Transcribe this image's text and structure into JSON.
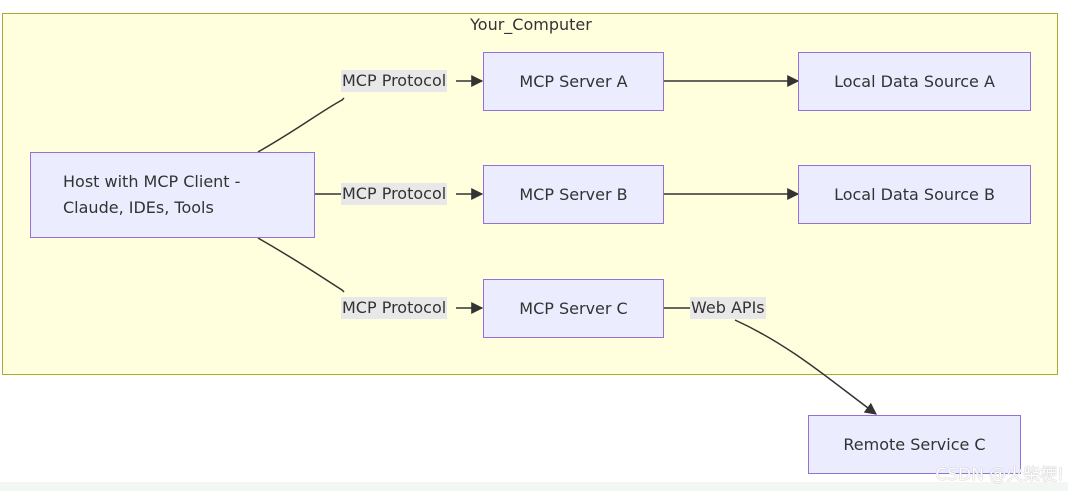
{
  "cluster": {
    "title": "Your_Computer"
  },
  "nodes": {
    "host": {
      "line1": "Host with MCP Client -",
      "line2": "Claude, IDEs, Tools"
    },
    "server_a": "MCP Server A",
    "server_b": "MCP Server B",
    "server_c": "MCP Server C",
    "data_a": "Local Data Source A",
    "data_b": "Local Data Source B",
    "remote_c": "Remote Service C"
  },
  "edge_labels": {
    "host_to_a": "MCP Protocol",
    "host_to_b": "MCP Protocol",
    "host_to_c": "MCP Protocol",
    "c_to_remote": "Web APIs"
  },
  "watermark": "CSDN @火柴梗!",
  "colors": {
    "cluster_fill": "#ffffde",
    "cluster_border": "#aaaa33",
    "node_fill": "#ececff",
    "node_border": "#9370db",
    "edge": "#333333",
    "label_bg": "#e8e8e8"
  }
}
